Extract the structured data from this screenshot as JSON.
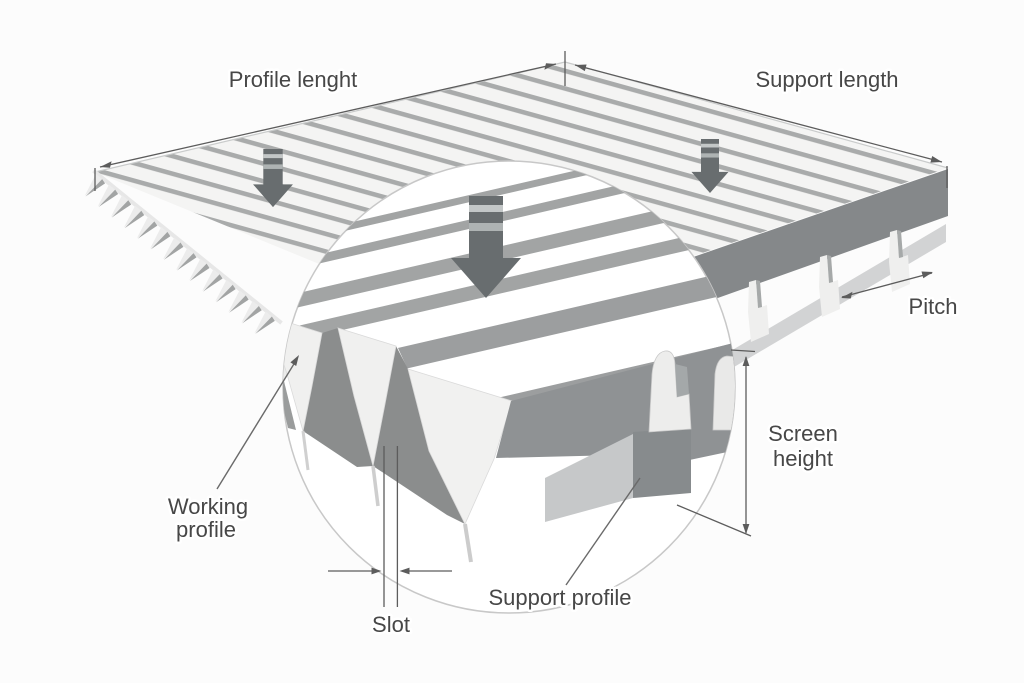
{
  "diagram": {
    "type": "wedge-wire-screen-panel-annotated-diagram",
    "labels": {
      "profile_length": "Profile lenght",
      "support_length": "Support length",
      "pitch": "Pitch",
      "screen_height_line1": "Screen",
      "screen_height_line2": "height",
      "working_profile_line1": "Working",
      "working_profile_line2": "profile",
      "support_profile": "Support profile",
      "slot": "Slot"
    },
    "flow_arrow_count": 3,
    "colors": {
      "background": "#fcfcfc",
      "wire_top": "#f4f4f3",
      "slot_gap": "#a9abab",
      "shadow_face": "#8b8d8d",
      "skirt": "#85888a",
      "support_box": "#878b8d",
      "flow_arrow": "#686d6f",
      "ink": "#474747",
      "dimension_line": "#5c5c5c"
    }
  }
}
